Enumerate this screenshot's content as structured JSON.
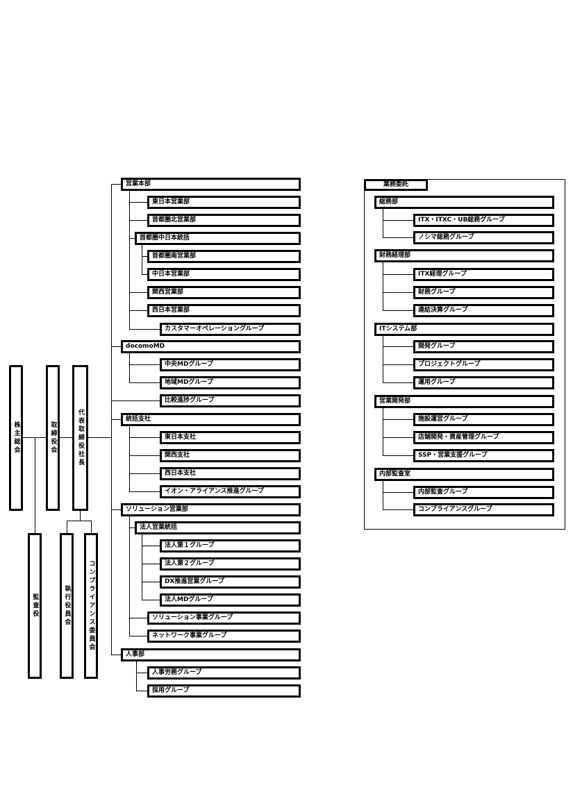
{
  "governance": {
    "shareholders": "株主総会",
    "board": "取締役会",
    "president": "代表取締役社長",
    "auditor": "監査役",
    "executive_committee": "執行役員会",
    "compliance_committee": "コンプライアンス委員会"
  },
  "divisions": {
    "sales_hq": {
      "label": "営業本部",
      "east": "東日本営業部",
      "metro_north": "首都圏北営業部",
      "metro_central": "首都圏中日本統括",
      "metro_south": "首都圏南営業部",
      "central_japan": "中日本営業部",
      "kansai": "関西営業部",
      "west": "西日本営業部",
      "cx_ops": "カスタマーオペレーショングループ"
    },
    "docomo_md": {
      "label": "docomoMD",
      "central_md": "中央MDグループ",
      "regional_md": "地域MDグループ"
    },
    "compare_progress": "比較進捗グループ",
    "branch_hq": {
      "label": "統括支社",
      "east": "東日本支社",
      "kansai": "関西支社",
      "west": "西日本支社",
      "aeon": "イオン・アライアンス推進グループ"
    },
    "solution_sales": {
      "label": "ソリューション営業部",
      "corporate": "法人営業統括",
      "corp1": "法人第１グループ",
      "corp2": "法人第２グループ",
      "dx": "DX推進営業グループ",
      "corp_md": "法人MDグループ",
      "solution_biz": "ソリューション事業グループ",
      "network_biz": "ネットワーク事業グループ"
    },
    "hr": {
      "label": "人事部",
      "labor": "人事労務グループ",
      "recruit": "採用グループ"
    }
  },
  "outsourcing": {
    "title": "業務委託",
    "general_affairs": {
      "label": "総務部",
      "itx": "ITX・ITXC・UB総務グループ",
      "noshima": "ノシマ総務グループ"
    },
    "finance": {
      "label": "財務経理部",
      "itx_accounting": "ITX経理グループ",
      "finance_group": "財務グループ",
      "consolidated": "連結決算グループ"
    },
    "it_systems": {
      "label": "ITシステム部",
      "dev": "開発グループ",
      "project": "プロジェクトグループ",
      "ops": "運用グループ"
    },
    "sales_dev": {
      "label": "営業開発部",
      "facility": "施設運営グループ",
      "store_dev": "店舗開発・資産管理グループ",
      "ssp": "SSP・営業支援グループ"
    },
    "internal_audit": {
      "label": "内部監査室",
      "audit_group": "内部監査グループ",
      "compliance_group": "コンプライアンスグループ"
    }
  }
}
